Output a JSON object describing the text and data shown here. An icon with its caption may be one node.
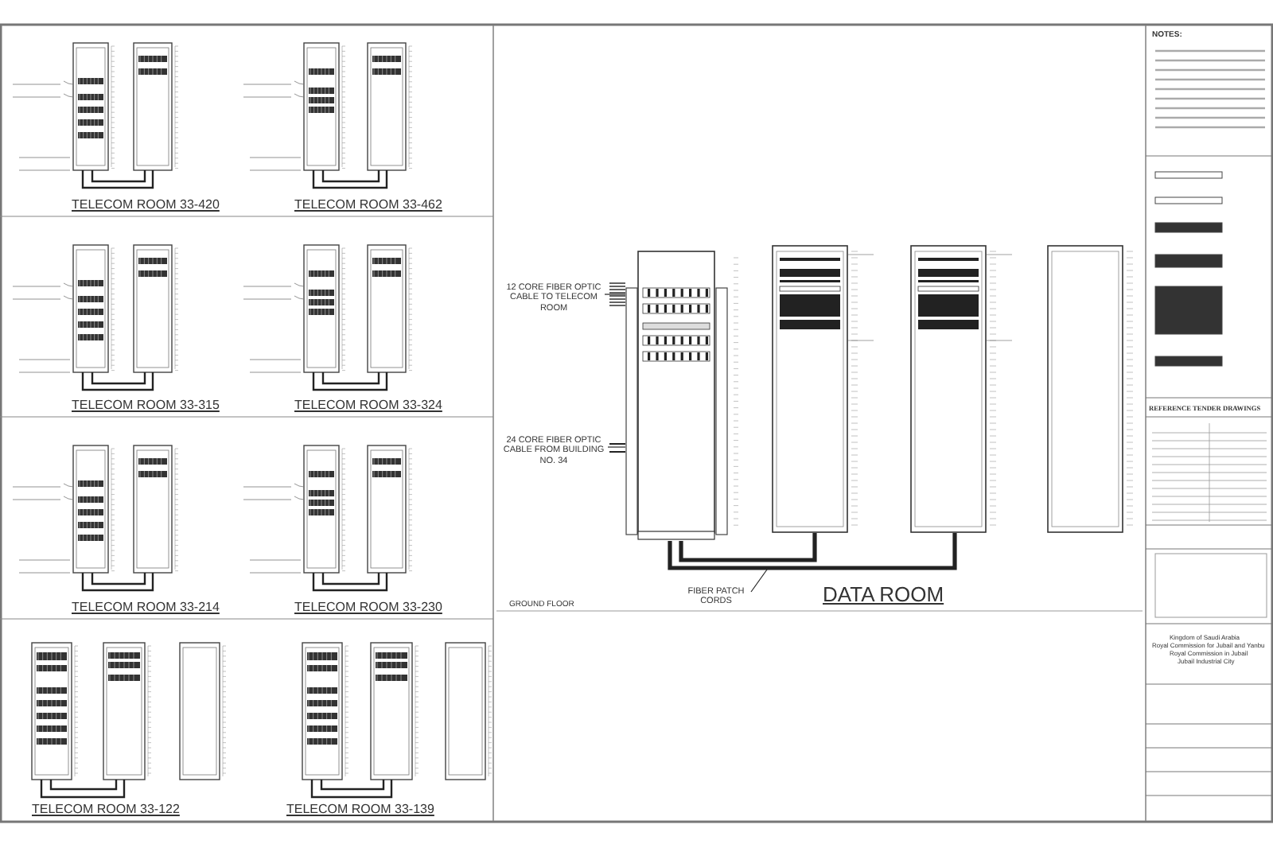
{
  "diagram": {
    "nodes": [
      {
        "text": [
          "12 CORE FIBER OPTIC CABLE TO TELECOM ROOM"
        ]
      },
      {
        "text": [
          "24 CORE FIBER OPTIC CABLE FROM BUILDING NO. 34"
        ]
      },
      {
        "text": [],
        "shape": "box"
      },
      {
        "text": [],
        "shape": "box"
      },
      {
        "text": [],
        "shape": "box"
      },
      {
        "text": [],
        "shape": "box"
      },
      {
        "text": [
          "FIBER PATCH CORDS"
        ]
      }
    ],
    "edges": [
      {
        "from": 0,
        "to": 2,
        "arrow": "none"
      },
      {
        "from": 1,
        "to": 2,
        "arrow": "none"
      },
      {
        "from": 2,
        "to": 3,
        "arrow": "none",
        "style": "thick"
      },
      {
        "from": 2,
        "to": 4,
        "arrow": "none",
        "style": "thick"
      },
      {
        "from": 6,
        "to": null,
        "arrow": "none"
      }
    ],
    "labels": [
      "TELECOM ROOM 33-420",
      "TELECOM ROOM 33-462",
      "TELECOM ROOM 33-315",
      "TELECOM ROOM 33-324",
      "TELECOM ROOM 33-214",
      "TELECOM ROOM 33-230",
      "TELECOM ROOM 33-122",
      "TELECOM ROOM 33-139",
      "DATA ROOM",
      "GROUND FLOOR",
      "NOTES:",
      "REFERENCE TENDER DRAWINGS",
      "Kingdom of Saudi Arabia",
      "Royal Commission for Jubail and Yanbu",
      "Royal Commission in Jubail",
      "Jubail Industrial City"
    ]
  }
}
